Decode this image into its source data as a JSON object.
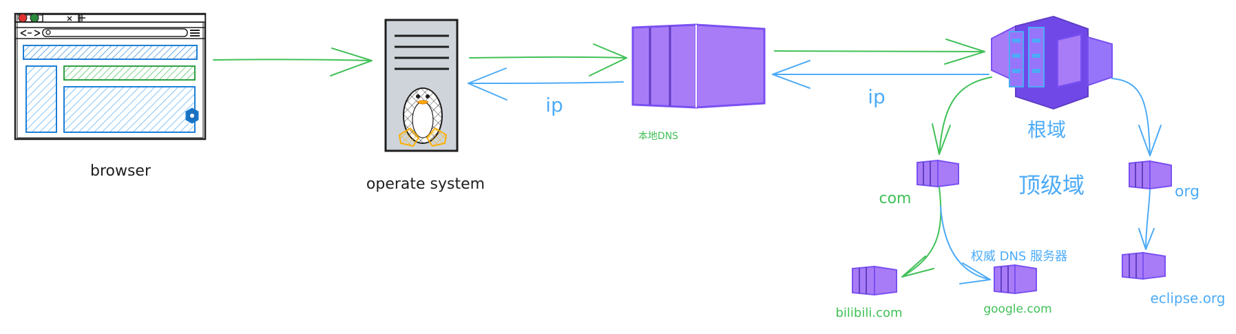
{
  "colors": {
    "green": "#40c057",
    "blue": "#4dabf7",
    "purple_dark": "#7950f2",
    "purple_light": "#a97cf7",
    "ink": "#1e1e1e",
    "server_fill": "#ced4da",
    "tux_yellow": "#fab005"
  },
  "nodes": {
    "browser": {
      "label": "browser",
      "icon": "browser-window-icon"
    },
    "os": {
      "label": "operate system",
      "icon": "linux-server-icon"
    },
    "local_dns": {
      "label": "本地DNS",
      "icon": "server-box-icon"
    },
    "root": {
      "label": "根域",
      "icon": "root-server-icon"
    },
    "tld_title": "顶级域",
    "com": {
      "label": "com",
      "icon": "server-box-icon"
    },
    "org": {
      "label": "org",
      "icon": "server-box-icon"
    },
    "auth_title": "权威 DNS 服务器",
    "bilibili": {
      "label": "bilibili.com",
      "icon": "server-box-icon"
    },
    "google": {
      "label": "google.com",
      "icon": "server-box-icon"
    },
    "eclipse": {
      "label": "eclipse.org",
      "icon": "server-box-icon"
    }
  },
  "edges": {
    "os_to_local_ip": "ip",
    "root_to_local_ip": "ip"
  }
}
